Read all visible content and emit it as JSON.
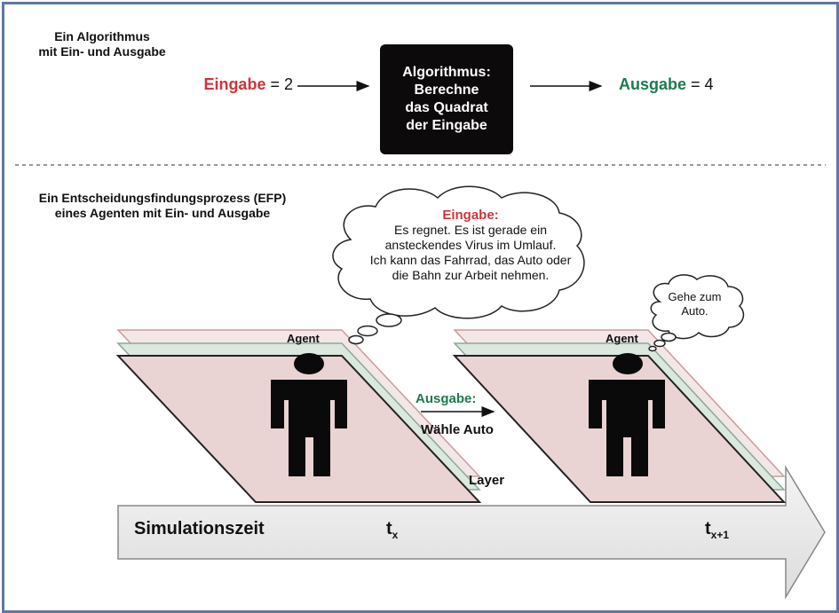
{
  "top": {
    "title": "Ein Algorithmus\nmit Ein- und Ausgabe",
    "input_label": "Eingabe",
    "input_value": "= 2",
    "box_text": "Algorithmus:\nBerechne\ndas Quadrat\nder Eingabe",
    "output_label": "Ausgabe",
    "output_value": "= 4"
  },
  "bottom": {
    "title": "Ein Entscheidungsfindungsprozess (EFP)\neines Agenten mit Ein- und Ausgabe",
    "thought_heading": "Eingabe:",
    "thought_text": "Es regnet. Es ist gerade ein\nansteckendes Virus im Umlauf.\nIch kann das Fahrrad, das Auto oder\ndie Bahn zur Arbeit nehmen.",
    "agent_label_1": "Agent",
    "agent_label_2": "Agent",
    "output_heading": "Ausgabe:",
    "output_text": "Wähle Auto",
    "layer_label": "Layer",
    "decision_text": "Gehe zum\nAuto.",
    "timeline_label": "Simulationszeit",
    "t1_base": "t",
    "t1_sub": "x",
    "t2_base": "t",
    "t2_sub": "x+1"
  },
  "colors": {
    "frame": "#5f77a3",
    "input_red": "#d0343c",
    "output_green": "#1d7a4e",
    "layer_pink": "#e8c8c8",
    "layer_green": "#cfe0d4"
  }
}
